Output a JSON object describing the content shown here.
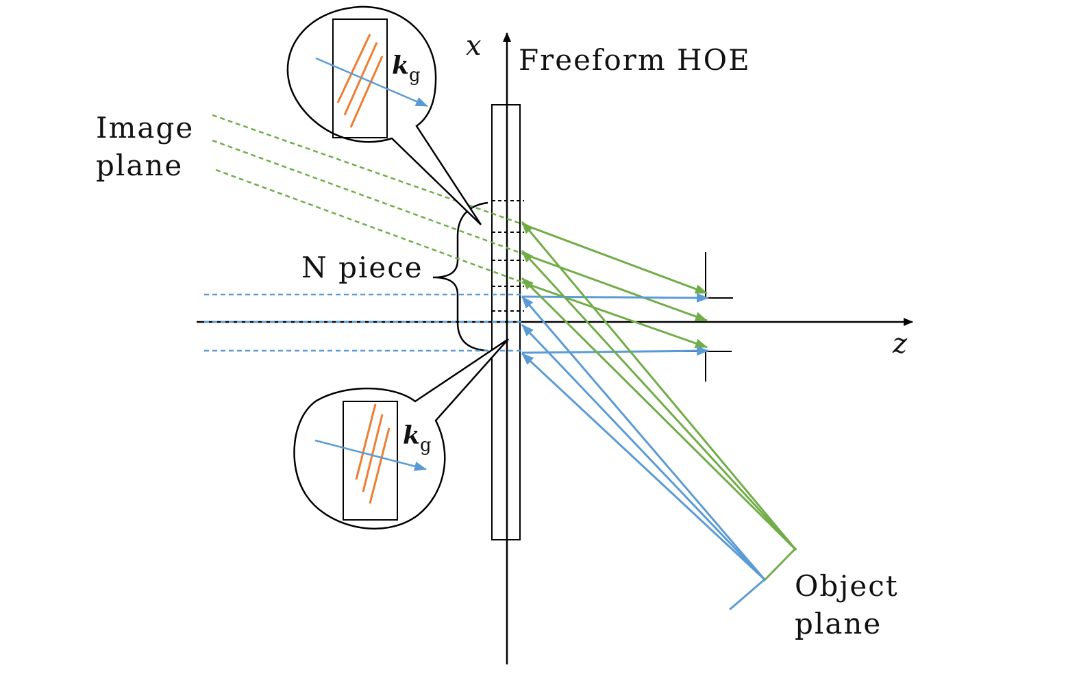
{
  "labels": {
    "x_axis": "x",
    "z_axis": "z",
    "hoe": "Freeform HOE",
    "image_plane_line1": "Image",
    "image_plane_line2": "plane",
    "n_piece": "N piece",
    "object_plane_line1": "Object",
    "object_plane_line2": "plane",
    "kg_main": "k",
    "kg_sub": "g"
  },
  "colors": {
    "green": "#70ad47",
    "blue": "#5b9bd5",
    "orange": "#ed7d31",
    "black": "#000000"
  }
}
